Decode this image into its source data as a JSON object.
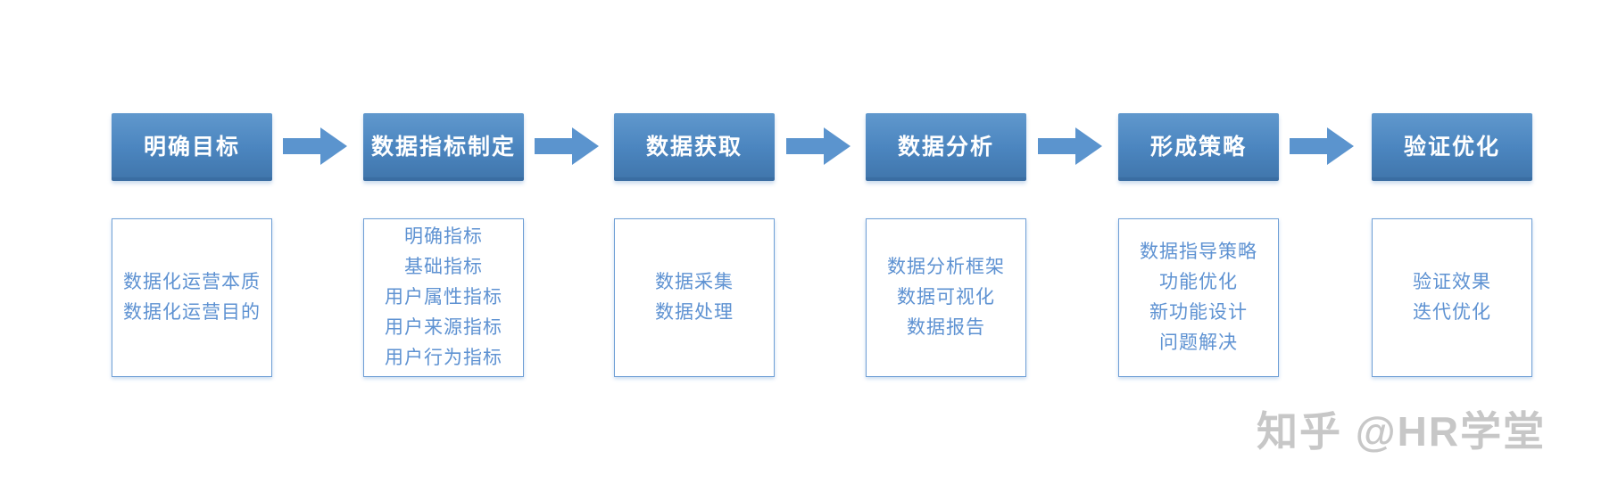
{
  "flow": {
    "columns": [
      {
        "header": "明确目标",
        "items": [
          "数据化运营本质",
          "数据化运营目的"
        ]
      },
      {
        "header": "数据指标制定",
        "items": [
          "明确指标",
          "基础指标",
          "用户属性指标",
          "用户来源指标",
          "用户行为指标"
        ]
      },
      {
        "header": "数据获取",
        "items": [
          "数据采集",
          "数据处理"
        ]
      },
      {
        "header": "数据分析",
        "items": [
          "数据分析框架",
          "数据可视化",
          "数据报告"
        ]
      },
      {
        "header": "形成策略",
        "items": [
          "数据指导策略",
          "功能优化",
          "新功能设计",
          "问题解决"
        ]
      },
      {
        "header": "验证优化",
        "items": [
          "验证效果",
          "迭代优化"
        ]
      }
    ]
  },
  "watermark": {
    "text": "知乎 @HR学堂"
  },
  "colors": {
    "header-blue": "#4b85bf",
    "header-blue-light": "#6098cd",
    "arrow-blue": "#5b94ce",
    "box-border": "#6f9fd6",
    "item-text": "#5e92d2",
    "watermark-gray": "#c7c7c7",
    "page-bg": "#ffffff"
  }
}
